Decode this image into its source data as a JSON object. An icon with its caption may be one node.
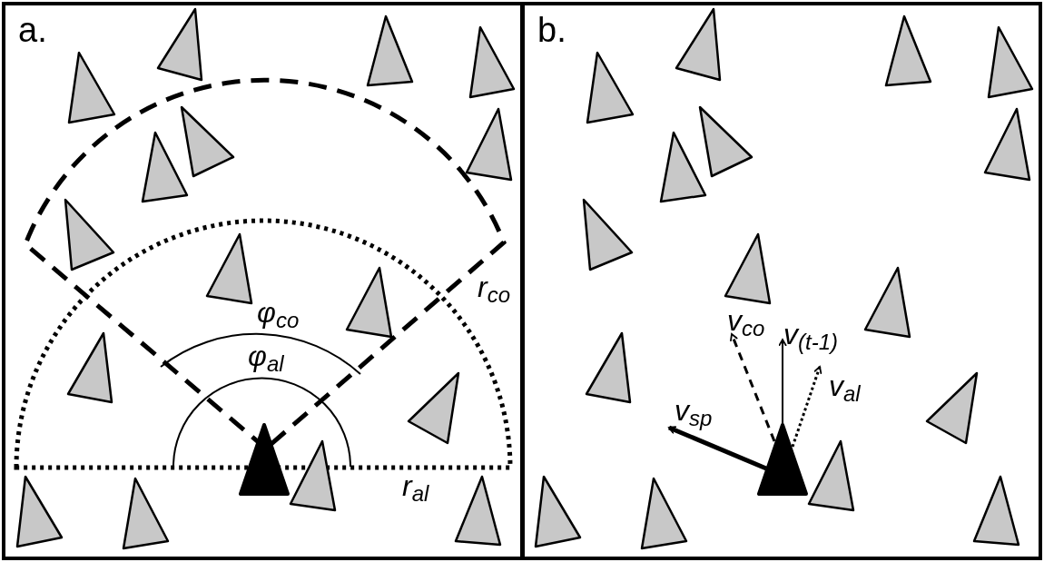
{
  "diagram": {
    "nodes": [
      {
        "text": [
          "a."
        ]
      },
      {
        "text": [
          "b."
        ]
      }
    ],
    "labels": [
      "r$_{co}$",
      "φ$_{co}$",
      "φ$_{al}$",
      "r$_{al}$",
      "v$_{co}$",
      "v$_{(t-1)}$",
      "v$_{al}$",
      "v$_{sp}$"
    ]
  }
}
